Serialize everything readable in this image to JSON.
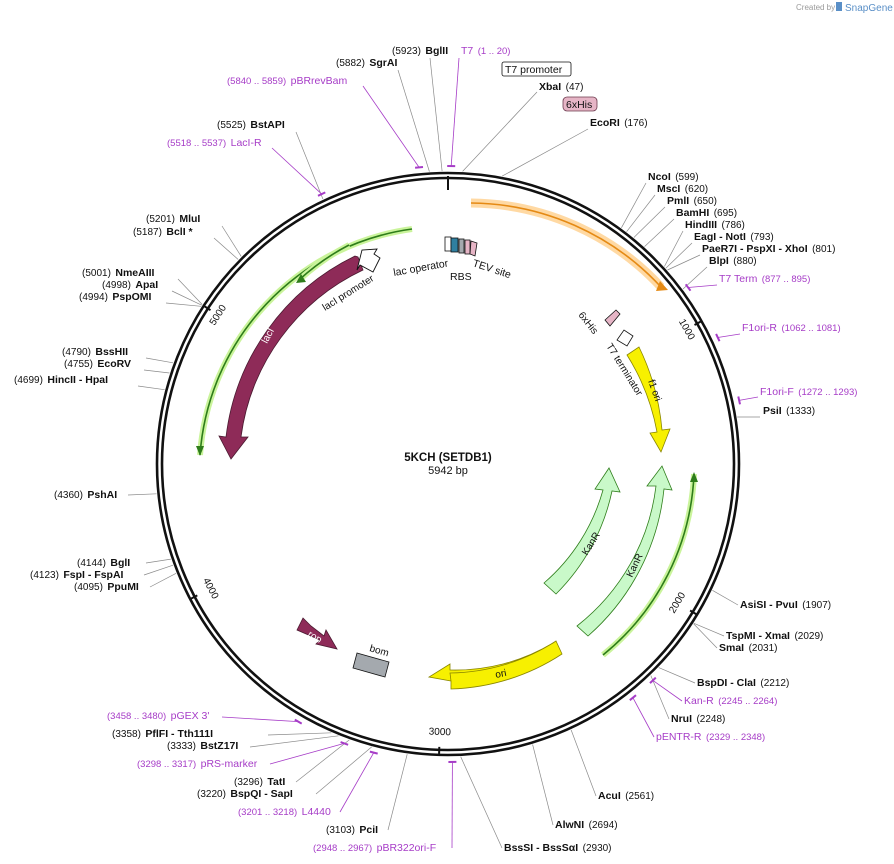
{
  "credit": {
    "created_by": "Created by",
    "brand": "SnapGene"
  },
  "map": {
    "name": "5KCH (SETDB1)",
    "length_label": "5942 bp",
    "total_bp": 5942,
    "ticks": [
      {
        "label": "1000",
        "bp": 1000
      },
      {
        "label": "2000",
        "bp": 2000
      },
      {
        "label": "3000",
        "bp": 3000
      },
      {
        "label": "4000",
        "bp": 4000
      },
      {
        "label": "5000",
        "bp": 5000
      }
    ]
  },
  "enzymes": [
    {
      "id": "bglii",
      "pos": "(5923)",
      "name": "BglII",
      "bp": 5923
    },
    {
      "id": "sgrai",
      "pos": "(5882)",
      "name": "SgrAI",
      "bp": 5882
    },
    {
      "id": "xbai",
      "name": "XbaI",
      "pos": "(47)",
      "bp": 47
    },
    {
      "id": "ecori",
      "name": "EcoRI",
      "pos": "(176)",
      "bp": 176
    },
    {
      "id": "bstapi",
      "pos": "(5525)",
      "name": "BstAPI",
      "bp": 5525
    },
    {
      "id": "ncoi",
      "name": "NcoI",
      "pos": "(599)",
      "bp": 599
    },
    {
      "id": "msci",
      "name": "MscI",
      "pos": "(620)",
      "bp": 620
    },
    {
      "id": "pmli",
      "name": "PmlI",
      "pos": "(650)",
      "bp": 650
    },
    {
      "id": "bamhi",
      "name": "BamHI",
      "pos": "(695)",
      "bp": 695
    },
    {
      "id": "hindiii",
      "name": "HindIII",
      "pos": "(786)",
      "bp": 786
    },
    {
      "id": "eagi",
      "name": "EagI - NotI",
      "pos": "(793)",
      "bp": 793
    },
    {
      "id": "paer7i",
      "name": "PaeR7I - PspXI - XhoI",
      "pos": "(801)",
      "bp": 801
    },
    {
      "id": "blpi",
      "name": "BlpI",
      "pos": "(880)",
      "bp": 880
    },
    {
      "id": "mlui",
      "pos": "(5201)",
      "name": "MluI",
      "bp": 5201
    },
    {
      "id": "bcli",
      "pos": "(5187)",
      "name": "BclI *",
      "bp": 5187
    },
    {
      "id": "nmeaiii",
      "pos": "(5001)",
      "name": "NmeAIII",
      "bp": 5001
    },
    {
      "id": "apai",
      "pos": "(4998)",
      "name": "ApaI",
      "bp": 4998
    },
    {
      "id": "pspomi",
      "pos": "(4994)",
      "name": "PspOMI",
      "bp": 4994
    },
    {
      "id": "psii",
      "name": "PsiI",
      "pos": "(1333)",
      "bp": 1333
    },
    {
      "id": "bsshii",
      "pos": "(4790)",
      "name": "BssHII",
      "bp": 4790
    },
    {
      "id": "ecorv",
      "pos": "(4755)",
      "name": "EcoRV",
      "bp": 4755
    },
    {
      "id": "hincii",
      "pos": "(4699)",
      "name": "HincII - HpaI",
      "bp": 4699
    },
    {
      "id": "pshai",
      "pos": "(4360)",
      "name": "PshAI",
      "bp": 4360
    },
    {
      "id": "bgli",
      "pos": "(4144)",
      "name": "BglI",
      "bp": 4144
    },
    {
      "id": "fspi",
      "pos": "(4123)",
      "name": "FspI - FspAI",
      "bp": 4123
    },
    {
      "id": "ppumi",
      "pos": "(4095)",
      "name": "PpuMI",
      "bp": 4095
    },
    {
      "id": "asisi",
      "name": "AsiSI - PvuI",
      "pos": "(1907)",
      "bp": 1907
    },
    {
      "id": "tspmi",
      "name": "TspMI - XmaI",
      "pos": "(2029)",
      "bp": 2029
    },
    {
      "id": "smai",
      "name": "SmaI",
      "pos": "(2031)",
      "bp": 2031
    },
    {
      "id": "bspdi",
      "name": "BspDI - ClaI",
      "pos": "(2212)",
      "bp": 2212
    },
    {
      "id": "nrui",
      "name": "NruI",
      "pos": "(2248)",
      "bp": 2248
    },
    {
      "id": "pflfi",
      "pos": "(3358)",
      "name": "PflFI - Tth111I",
      "bp": 3358
    },
    {
      "id": "bstz17i",
      "pos": "(3333)",
      "name": "BstZ17I",
      "bp": 3333
    },
    {
      "id": "tati",
      "pos": "(3296)",
      "name": "TatI",
      "bp": 3296
    },
    {
      "id": "bspqi",
      "pos": "(3220)",
      "name": "BspQI - SapI",
      "bp": 3220
    },
    {
      "id": "acui",
      "name": "AcuI",
      "pos": "(2561)",
      "bp": 2561
    },
    {
      "id": "alwni",
      "name": "AlwNI",
      "pos": "(2694)",
      "bp": 2694
    },
    {
      "id": "pcii",
      "pos": "(3103)",
      "name": "PciI",
      "bp": 3103
    },
    {
      "id": "bsssi",
      "name": "BssSI - BssSαI",
      "pos": "(2930)",
      "bp": 2930
    }
  ],
  "primers": [
    {
      "id": "t7",
      "name": "T7",
      "pos": "(1 .. 20)",
      "bp": 10
    },
    {
      "id": "pbrrevbam",
      "pos": "(5840 .. 5859)",
      "name": "pBRrevBam",
      "bp": 5850
    },
    {
      "id": "laci-r",
      "pos": "(5518 .. 5537)",
      "name": "LacI-R",
      "bp": 5528
    },
    {
      "id": "t7term",
      "name": "T7 Term",
      "pos": "(877 .. 895)",
      "bp": 886
    },
    {
      "id": "f1ori-r",
      "name": "F1ori-R",
      "pos": "(1062 .. 1081)",
      "bp": 1071
    },
    {
      "id": "f1ori-f",
      "name": "F1ori-F",
      "pos": "(1272 .. 1293)",
      "bp": 1282
    },
    {
      "id": "kan-r",
      "name": "Kan-R",
      "pos": "(2245 .. 2264)",
      "bp": 2254
    },
    {
      "id": "pentr-r",
      "name": "pENTR-R",
      "pos": "(2329 .. 2348)",
      "bp": 2338
    },
    {
      "id": "pgex3",
      "pos": "(3458 .. 3480)",
      "name": "pGEX 3'",
      "bp": 3469
    },
    {
      "id": "prs-marker",
      "pos": "(3298 .. 3317)",
      "name": "pRS-marker",
      "bp": 3307
    },
    {
      "id": "l4440",
      "pos": "(3201 .. 3218)",
      "name": "L4440",
      "bp": 3209
    },
    {
      "id": "pbr322ori-f",
      "pos": "(2948 .. 2967)",
      "name": "pBR322ori-F",
      "bp": 2957
    }
  ],
  "boxed_features": [
    {
      "id": "t7-promoter",
      "label": "T7 promoter",
      "fill": "#ffffff"
    },
    {
      "id": "6xhis-top",
      "label": "6xHis",
      "fill": "#e6b5c6"
    }
  ],
  "features": [
    {
      "id": "orf",
      "label": "",
      "color": "#f5a524",
      "glow": "#ffd9a3"
    },
    {
      "id": "f1-ori",
      "label": "f1 ori",
      "color": "#f7f000"
    },
    {
      "id": "kanr-outer",
      "label": "KanR",
      "color": "#c9f9c9"
    },
    {
      "id": "kanr-inner",
      "label": "KanR",
      "color": "#c9f9c9"
    },
    {
      "id": "ori",
      "label": "ori",
      "color": "#f7f000"
    },
    {
      "id": "rop",
      "label": "rop",
      "color": "#8e2b58"
    },
    {
      "id": "bom",
      "label": "bom",
      "color": "#a4a9ae"
    },
    {
      "id": "laci",
      "label": "lacI",
      "color": "#8e2b58"
    },
    {
      "id": "laci-promoter",
      "label": "lacI promoter",
      "color": "#ffffff"
    },
    {
      "id": "lac-operator",
      "label": "lac operator"
    },
    {
      "id": "rbs",
      "label": "RBS"
    },
    {
      "id": "tev-site",
      "label": "TEV site"
    },
    {
      "id": "6xhis-inner",
      "label": "6xHis"
    },
    {
      "id": "t7-terminator",
      "label": "T7 terminator"
    }
  ]
}
